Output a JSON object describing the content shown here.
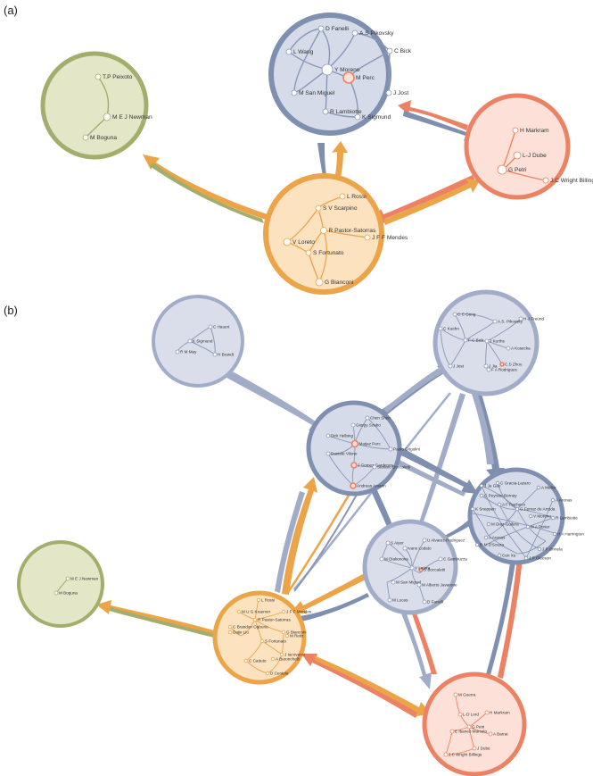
{
  "panels": [
    {
      "label": "(a)"
    },
    {
      "label": "(b)"
    }
  ],
  "colors": {
    "slate_fill": "#d5dbe9",
    "slate_edge": "#7f8fb0",
    "green_fill": "#e3e7c7",
    "green_edge": "#a3ad6c",
    "orange_fill": "#fde2bf",
    "orange_edge": "#eca448",
    "salmon_fill": "#fde0d8",
    "salmon_edge": "#ec8264",
    "light_fill": "#d9deea",
    "light_edge": "#a1adc8"
  },
  "communities_a": [
    {
      "id": "a-slate",
      "color": "slate",
      "names": [
        "D Fanelli",
        "A.S Pikovsky",
        "L Wang",
        "C Bick",
        "Y Moreno",
        "M Perc",
        "M San Miguel",
        "J Jost",
        "R Lambiotte",
        "K Sigmund"
      ]
    },
    {
      "id": "a-green",
      "color": "green",
      "names": [
        "T.P Peixoto",
        "M E J Newman",
        "M Boguna"
      ]
    },
    {
      "id": "a-salmon",
      "color": "salmon",
      "names": [
        "H Markram",
        "L-J Dube",
        "G Petri",
        "J.C Wright Billings"
      ]
    },
    {
      "id": "a-orange",
      "color": "orange",
      "names": [
        "L Rossi",
        "S V Scarpino",
        "R Pastor-Satorras",
        "V Loreto",
        "S Fortunato",
        "J F F Mendes",
        "G Bianconi"
      ]
    }
  ],
  "communities_b": [
    {
      "id": "b-small",
      "color": "light",
      "names": [
        "C Hauert",
        "K Sigmund",
        "R M May",
        "H Brandt"
      ]
    },
    {
      "id": "b-topright",
      "color": "light",
      "names": [
        "C C Gong",
        "H-J Freund",
        "A.S. Pikovsky",
        "C Kuehn",
        "F C Bick",
        "J Kurths",
        "A Kosecka",
        "J Jost",
        "J Jia",
        "C.S Zhou",
        "F A Rodrigues"
      ]
    },
    {
      "id": "b-center",
      "color": "slate",
      "names": [
        "Chen Shen",
        "Giorgy Szabo",
        "Dirk Helbing",
        "Matjaz Perc",
        "Paolo Grigolini",
        "Daniele Vilone",
        "J Gomez Gardenes",
        "Stefano Boccaletti",
        "Andreas Amann"
      ]
    },
    {
      "id": "b-right",
      "color": "slate",
      "names": [
        "J Ja Gao",
        "C Gracia-Lazaro",
        "A Mellor",
        "C Peyrato-Bornay",
        "A F Pacheco",
        "A Arenas",
        "K Sneppen",
        "G Ferraz de Arruda",
        "V Moreno",
        "R Lambiotte",
        "M Diaz-Guilera",
        "M A Porter",
        "H A Harrington",
        "A Arenas",
        "R M D'Souza",
        "J P Onnela",
        "Cen Xu",
        "J P Gleeson"
      ]
    },
    {
      "id": "b-midright",
      "color": "light",
      "names": [
        "S Aiyer",
        "U Alvarez-Rodriguez",
        "Ivano Lodato",
        "M Diakonova",
        "S Boccaletti",
        "C Gambuzza",
        "V Latora",
        "M San Miguel",
        "M Alberto Javarone",
        "M Lucas",
        "D Fanelli"
      ]
    },
    {
      "id": "b-green",
      "color": "green",
      "names": [
        "M E J Newman",
        "M Boguna"
      ]
    },
    {
      "id": "b-orange",
      "color": "orange",
      "names": [
        "L Rossi",
        "M U G Kraemer",
        "J F F Mendes",
        "R Pastor-Satorras",
        "C Brandon Ogbunu",
        "G Bianconi",
        "Dajie Liu",
        "M Reitz",
        "S Fortunato",
        "J Iacovacci",
        "C Cattuto",
        "A Baronchelli",
        "D Centola"
      ]
    },
    {
      "id": "b-salmon",
      "color": "salmon",
      "names": [
        "M Guerra",
        "H Markram",
        "L-D Lord",
        "G Petri",
        "E Ibanez-Marcelo",
        "A Barrat",
        "J Dube",
        "J.C Wright Billings"
      ]
    }
  ]
}
